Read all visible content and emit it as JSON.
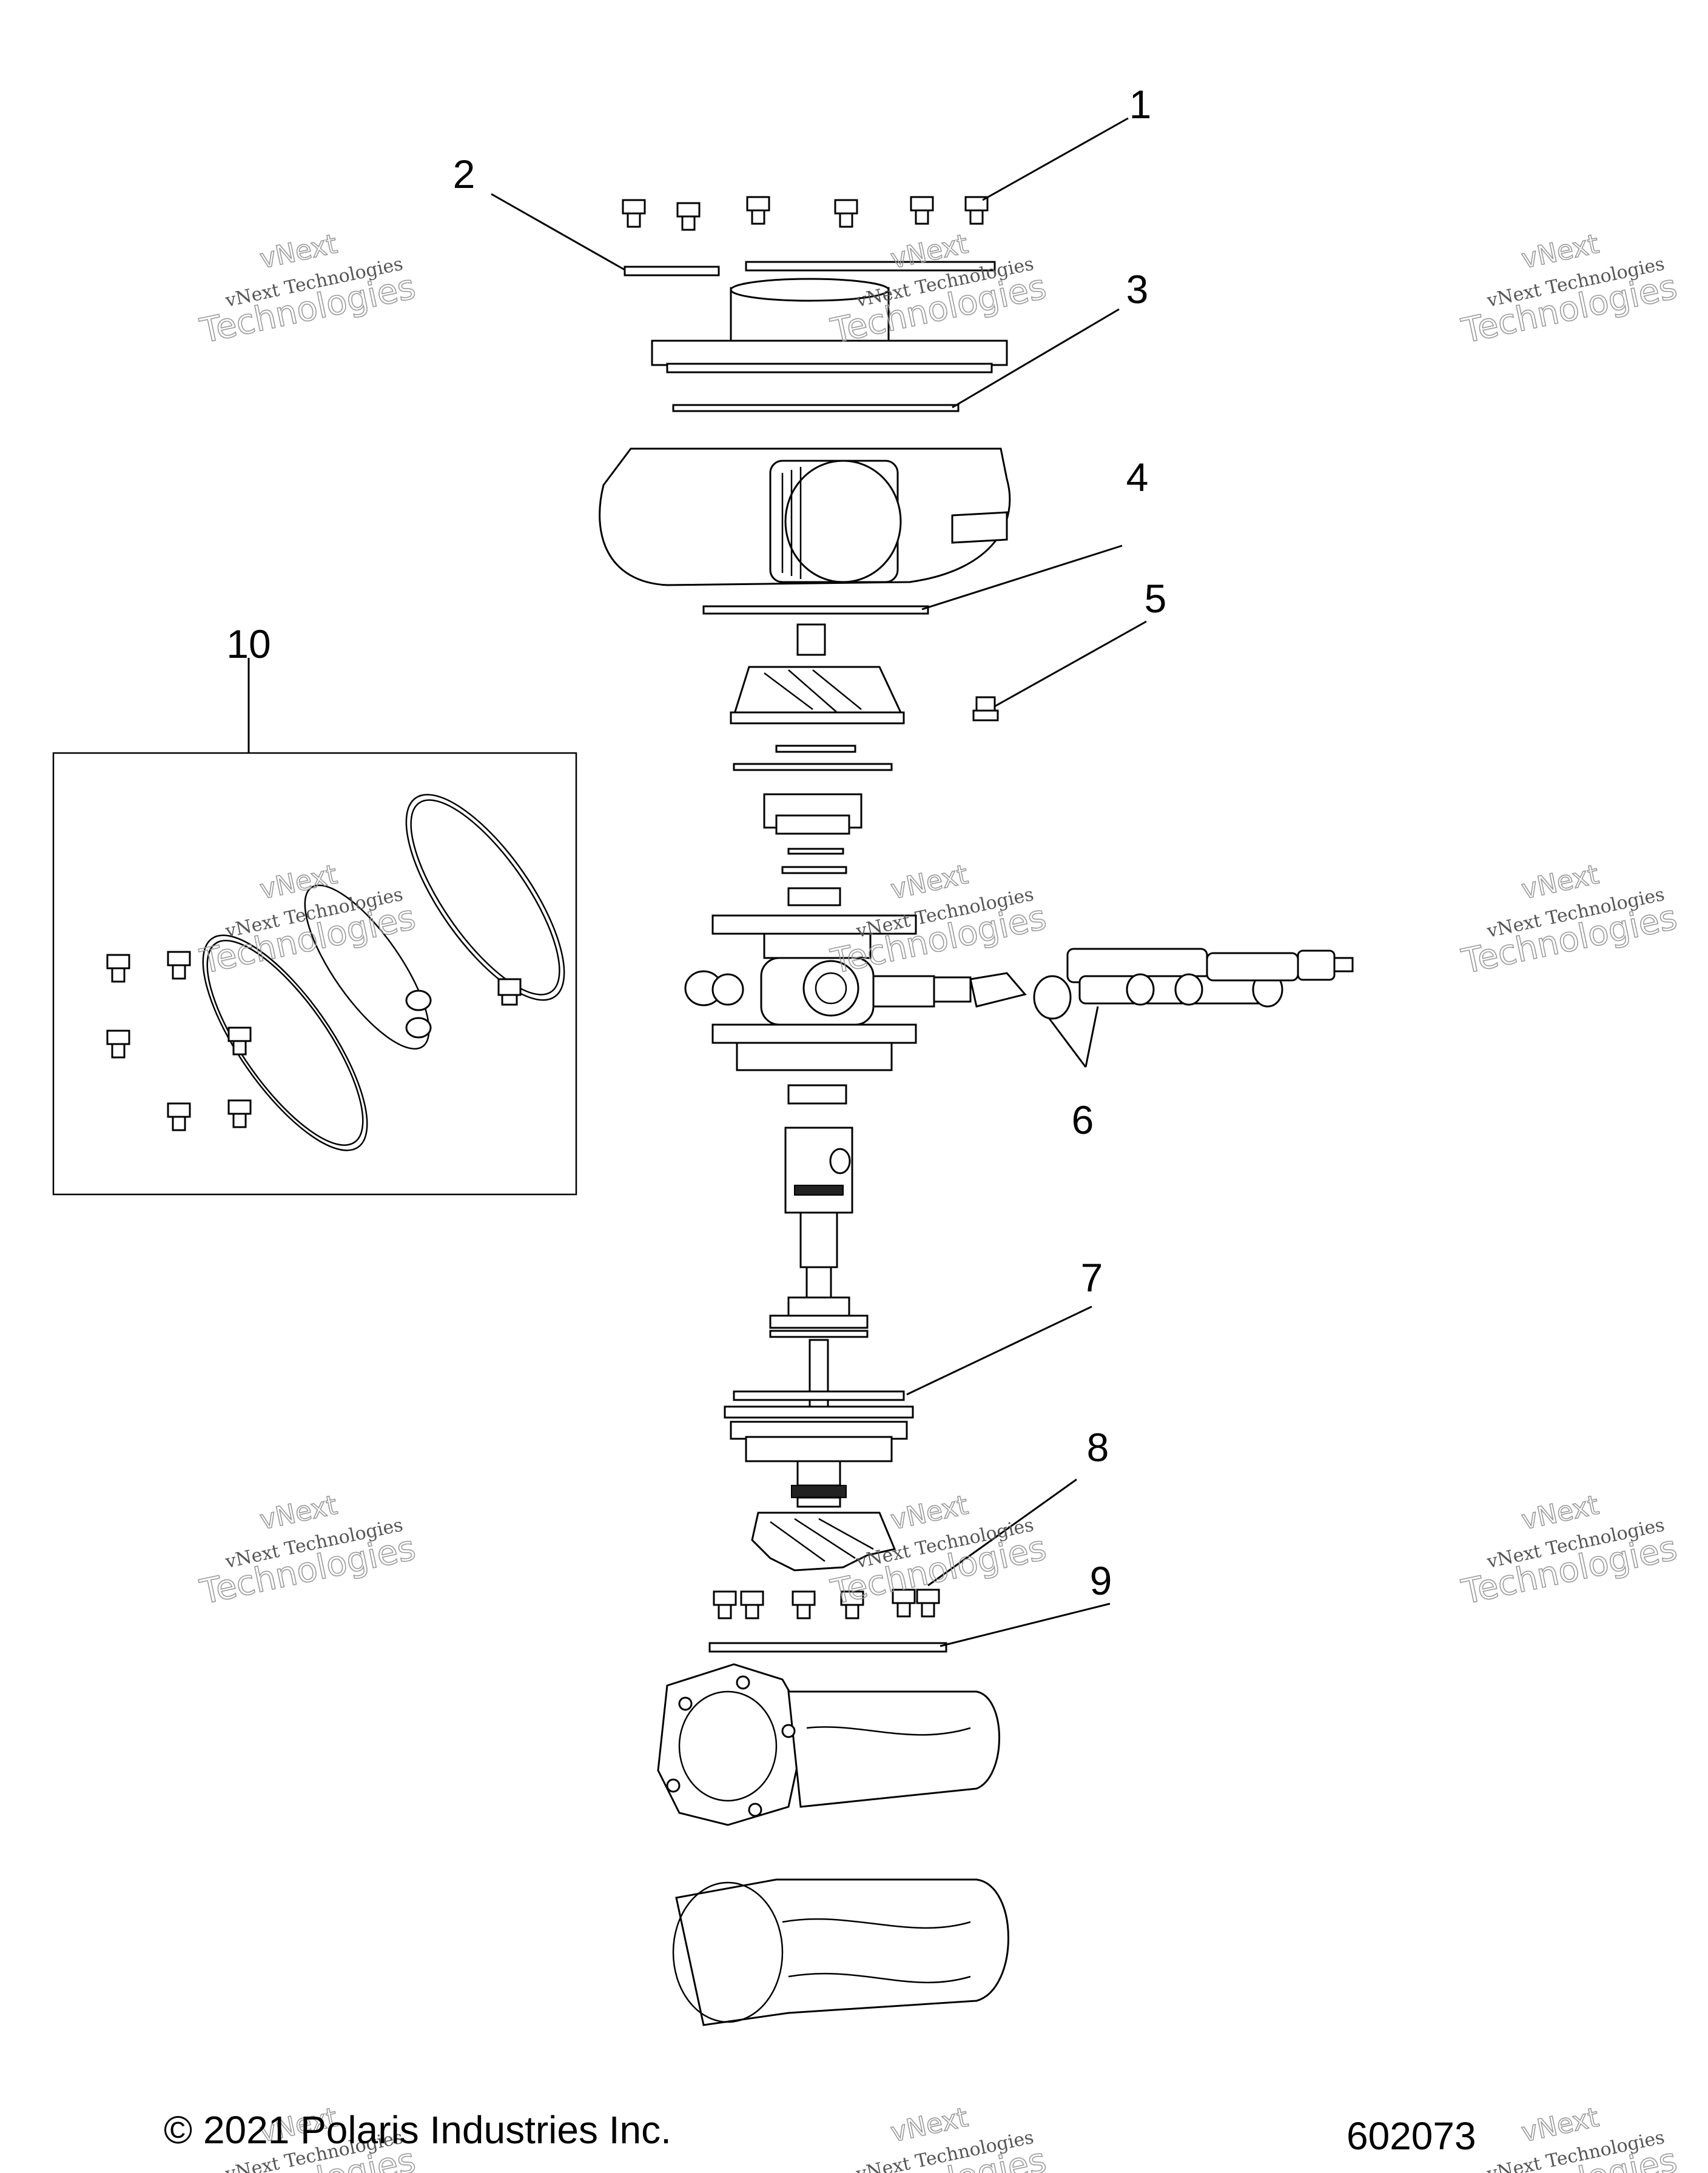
{
  "diagram": {
    "callouts": [
      {
        "id": "1",
        "label": "1"
      },
      {
        "id": "2",
        "label": "2"
      },
      {
        "id": "3",
        "label": "3"
      },
      {
        "id": "4",
        "label": "4"
      },
      {
        "id": "5",
        "label": "5"
      },
      {
        "id": "6",
        "label": "6"
      },
      {
        "id": "7",
        "label": "7"
      },
      {
        "id": "8",
        "label": "8"
      },
      {
        "id": "9",
        "label": "9"
      },
      {
        "id": "10",
        "label": "10"
      }
    ],
    "watermark": {
      "line0": "vNext",
      "line1": "vNext Technologies",
      "line2": "Technologies"
    },
    "footer": {
      "copyright": "© 2021 Polaris Industries Inc.",
      "figure_number": "602073"
    }
  }
}
